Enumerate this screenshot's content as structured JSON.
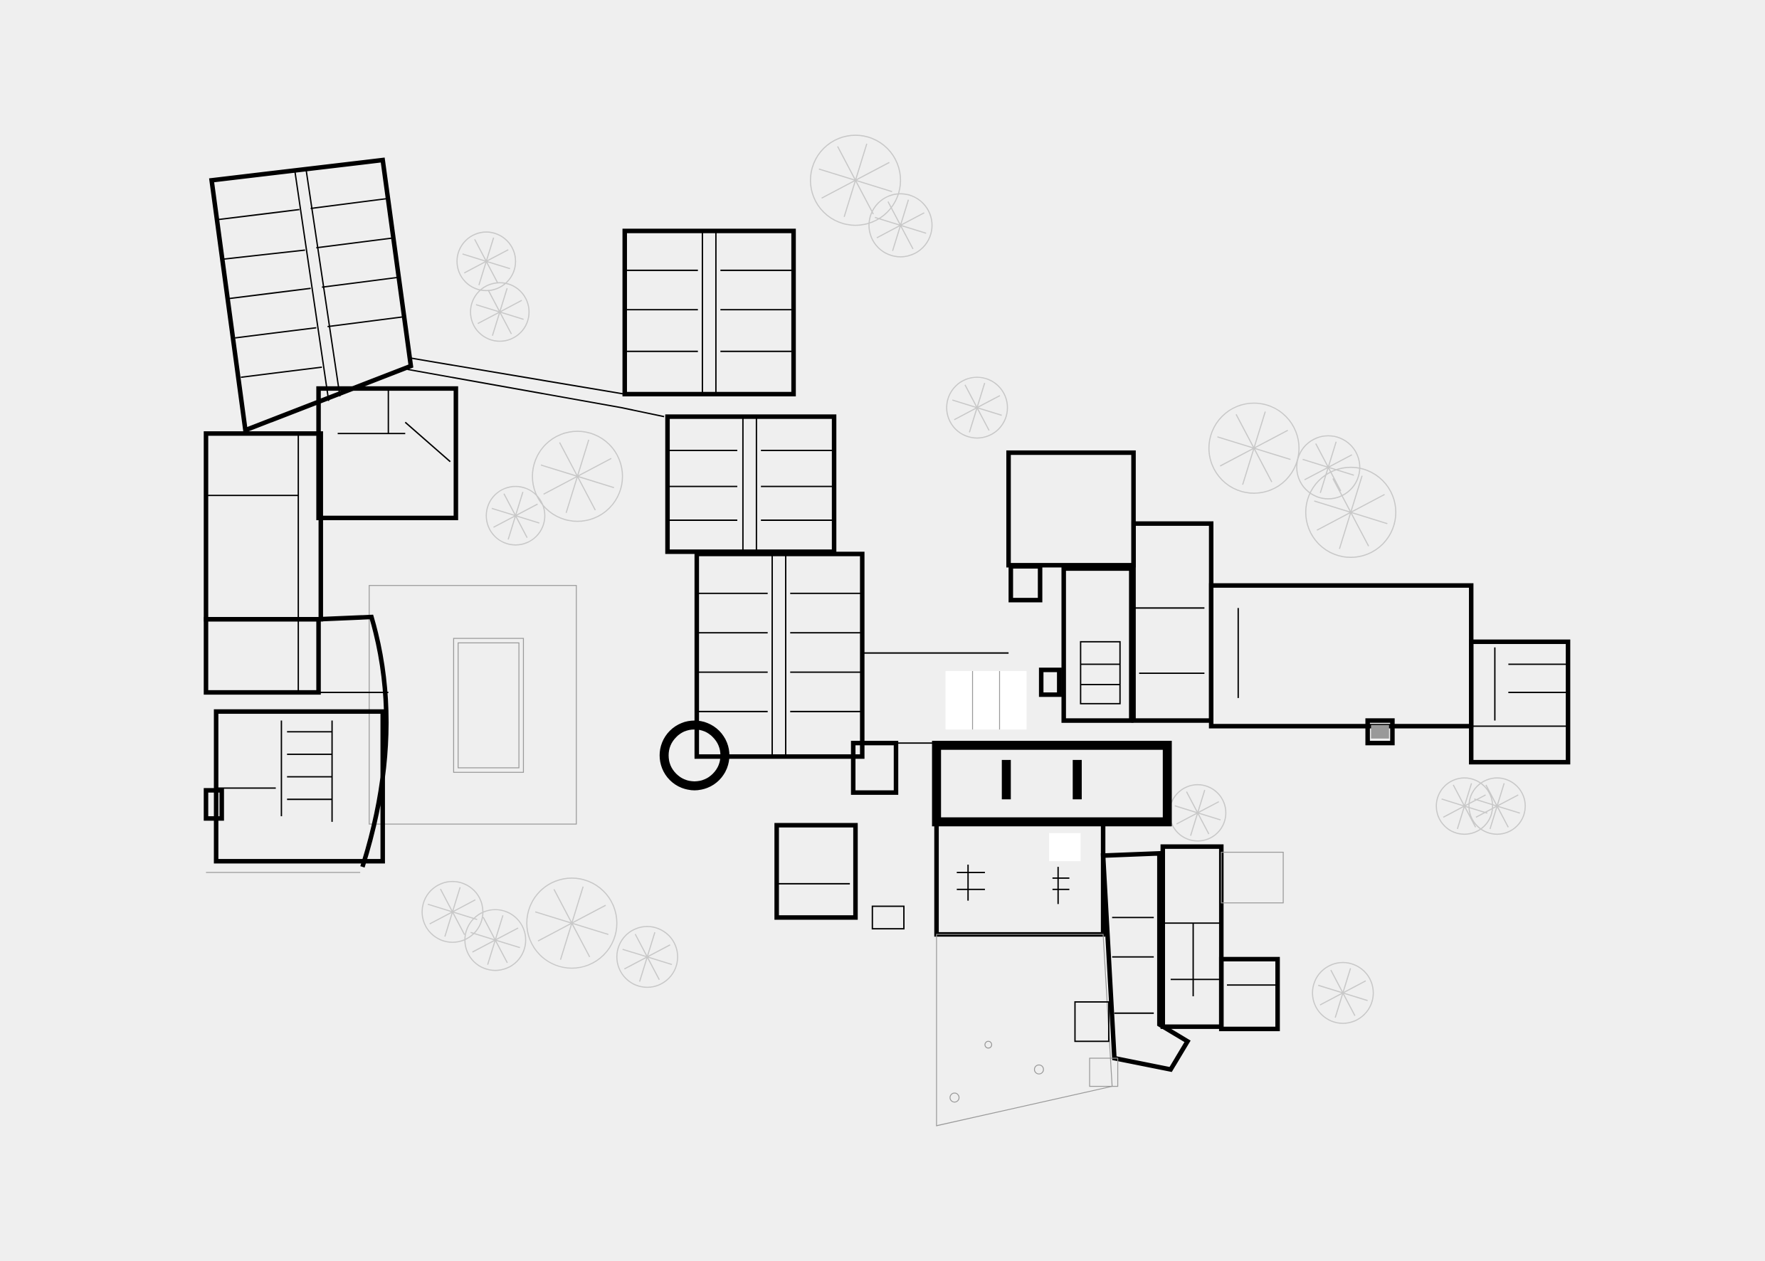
{
  "colors": {
    "background": "#efefef",
    "walls": "#000000",
    "trees": "#c8c8c8",
    "skylight": "#ffffff"
  },
  "plan": {
    "trees": [
      [
        760,
        160,
        40
      ],
      [
        800,
        200,
        28
      ],
      [
        432,
        232,
        26
      ],
      [
        444,
        277,
        26
      ],
      [
        513,
        423,
        40
      ],
      [
        458,
        458,
        26
      ],
      [
        868,
        362,
        27
      ],
      [
        1114,
        398,
        40
      ],
      [
        1180,
        415,
        28
      ],
      [
        1200,
        455,
        40
      ],
      [
        1064,
        722,
        25
      ],
      [
        1301,
        716,
        25
      ],
      [
        1330,
        716,
        25
      ],
      [
        402,
        810,
        27
      ],
      [
        440,
        835,
        27
      ],
      [
        508,
        820,
        40
      ],
      [
        575,
        850,
        27
      ],
      [
        1193,
        882,
        27
      ]
    ]
  }
}
